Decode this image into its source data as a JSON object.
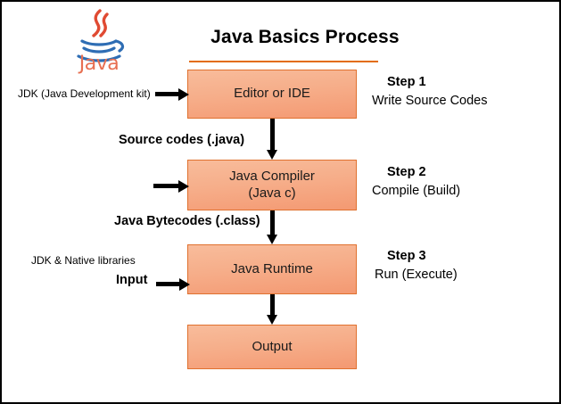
{
  "diagram": {
    "title": "Java Basics Process",
    "logo": {
      "wordmark": "Java",
      "steam_color": "#E04A32",
      "cup_color": "#2E6DB4",
      "wordmark_color": "#E76F51"
    },
    "accent_color": "#E36C0A",
    "box_fill_color": "#F6AE8A",
    "box_border_color": "#E0712F",
    "boxes": [
      {
        "id": "editor",
        "label": "Editor or IDE",
        "sublabel": ""
      },
      {
        "id": "compiler",
        "label": "Java Compiler",
        "sublabel": "(Java c)"
      },
      {
        "id": "runtime",
        "label": "Java Runtime",
        "sublabel": ""
      },
      {
        "id": "output",
        "label": "Output",
        "sublabel": ""
      }
    ],
    "flow_labels": {
      "jdk_input": "JDK (Java Development kit)",
      "source_codes": "Source codes (.java)",
      "bytecodes": "Java Bytecodes (.class)",
      "native_libraries": "JDK & Native libraries",
      "input": "Input"
    },
    "steps": [
      {
        "number": "Step 1",
        "description": "Write Source Codes"
      },
      {
        "number": "Step 2",
        "description": "Compile (Build)"
      },
      {
        "number": "Step 3",
        "description": "Run (Execute)"
      }
    ]
  }
}
